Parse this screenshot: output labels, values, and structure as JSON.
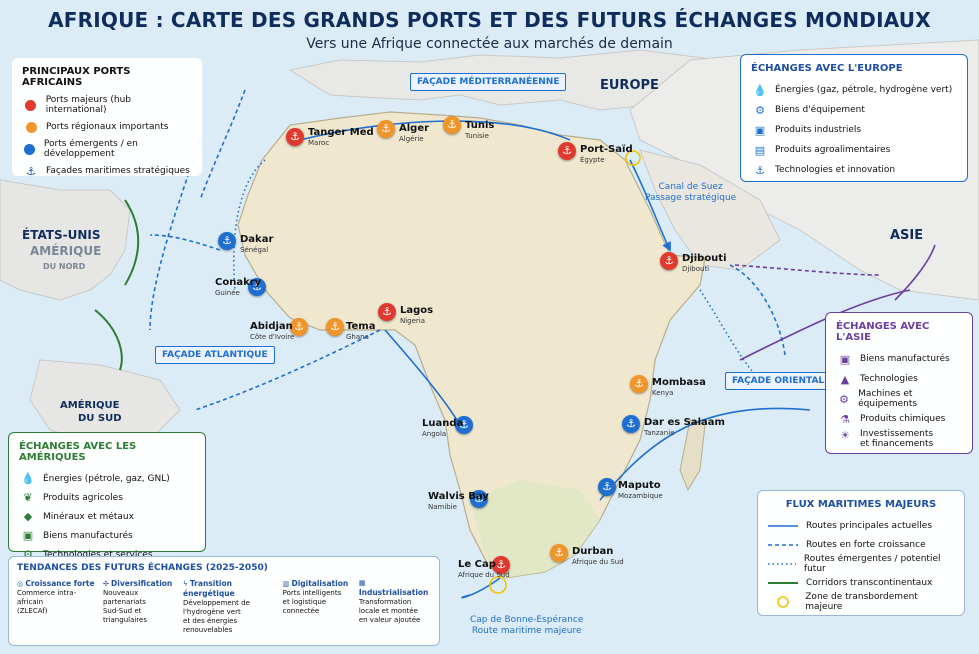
{
  "header": {
    "title": "AFRIQUE : CARTE DES GRANDS PORTS ET DES FUTURS ÉCHANGES MONDIAUX",
    "subtitle": "Vers une Afrique connectée aux marchés de demain"
  },
  "legend_ports": {
    "title": "PRINCIPAUX PORTS AFRICAINS",
    "items": [
      {
        "label": "Ports majeurs (hub international)",
        "icon": "red-anchor-pin",
        "color": "#e03a2e"
      },
      {
        "label": "Ports régionaux importants",
        "icon": "orange-anchor-pin",
        "color": "#f0952a"
      },
      {
        "label": "Ports émergents / en développement",
        "icon": "blue-anchor-pin",
        "color": "#1e6fd0"
      },
      {
        "label": "Façades maritimes stratégiques",
        "icon": "anchor-icon",
        "color": "#1e4fa0"
      }
    ]
  },
  "europe_panel": {
    "title": "ÉCHANGES AVEC L'EUROPE",
    "items": [
      {
        "label": "Énergies (gaz, pétrole, hydrogène vert)",
        "icon": "energy-drop-icon"
      },
      {
        "label": "Biens d'équipement",
        "icon": "gear-icon"
      },
      {
        "label": "Produits industriels",
        "icon": "factory-icon"
      },
      {
        "label": "Produits agroalimentaires",
        "icon": "food-icon"
      },
      {
        "label": "Technologies et innovation",
        "icon": "anchor-icon"
      }
    ]
  },
  "asia_panel": {
    "title": "ÉCHANGES AVEC L'ASIE",
    "items": [
      {
        "label": "Biens manufacturés",
        "icon": "factory-icon"
      },
      {
        "label": "Technologies",
        "icon": "chart-icon"
      },
      {
        "label": "Machines et équipements",
        "icon": "machine-icon"
      },
      {
        "label": "Produits chimiques",
        "icon": "flask-icon"
      },
      {
        "label": "Investissements",
        "label2": "et financements",
        "icon": "bulb-icon"
      }
    ]
  },
  "americas_panel": {
    "title": "ÉCHANGES AVEC LES AMÉRIQUES",
    "items": [
      {
        "label": "Énergies (pétrole, gaz, GNL)",
        "icon": "energy-drop-icon"
      },
      {
        "label": "Produits agricoles",
        "icon": "leaf-icon"
      },
      {
        "label": "Minéraux et métaux",
        "icon": "minerals-icon"
      },
      {
        "label": "Biens manufacturés",
        "icon": "factory-icon"
      },
      {
        "label": "Technologies et services",
        "icon": "gear-icon"
      }
    ]
  },
  "flux_legend": {
    "title": "FLUX MARITIMES MAJEURS",
    "items": [
      {
        "label": "Routes principales actuelles",
        "style": "solid"
      },
      {
        "label": "Routes en forte croissance",
        "style": "dashed"
      },
      {
        "label": "Routes émergentes / potentiel futur",
        "style": "dotted"
      },
      {
        "label": "Corridors transcontinentaux",
        "style": "green"
      },
      {
        "label": "Zone de transbordement majeure",
        "style": "circle"
      }
    ]
  },
  "trends": {
    "title": "TENDANCES DES FUTURS ÉCHANGES (2025-2050)",
    "items": [
      {
        "head": "Croissance forte",
        "line1": "Commerce intra-africain",
        "line2": "(ZLECAf)",
        "line3": "",
        "icon": "growth-icon"
      },
      {
        "head": "Diversification",
        "line1": "Nouveaux",
        "line2": "partenariats",
        "line3": "Sud-Sud et triangulaires",
        "icon": "network-icon"
      },
      {
        "head": "Transition énergétique",
        "line1": "Développement de",
        "line2": "l'hydrogène vert",
        "line3": "et des énergies renouvelables",
        "icon": "bolt-icon"
      },
      {
        "head": "Digitalisation",
        "line1": "Ports intelligents",
        "line2": "et logistique",
        "line3": "connectée",
        "icon": "digital-icon"
      },
      {
        "head": "Industrialisation",
        "line1": "Transformation",
        "line2": "locale et montée",
        "line3": "en valeur ajoutée",
        "icon": "industry-icon"
      }
    ]
  },
  "regions": {
    "europe": "EUROPE",
    "asie": "ASIE",
    "usa": "ÉTATS-UNIS",
    "amerique": "AMÉRIQUE",
    "nord": "DU NORD",
    "sud1": "AMÉRIQUE",
    "sud2": "DU SUD"
  },
  "facades": {
    "med": "FAÇADE MÉDITERRANÉENNE",
    "atl": "FAÇADE ATLANTIQUE",
    "ori": "FAÇADE ORIENTALE"
  },
  "notes": {
    "suez1": "Canal de Suez",
    "suez2": "Passage stratégique",
    "cap1": "Cap de Bonne-Espérance",
    "cap2": "Route maritime majeure"
  },
  "ports": [
    {
      "name": "Tanger Med",
      "country": "Maroc",
      "tier": "major"
    },
    {
      "name": "Alger",
      "country": "Algérie",
      "tier": "regional"
    },
    {
      "name": "Tunis",
      "country": "Tunisie",
      "tier": "regional"
    },
    {
      "name": "Port-Saïd",
      "country": "Égypte",
      "tier": "major"
    },
    {
      "name": "Dakar",
      "country": "Sénégal",
      "tier": "emerging"
    },
    {
      "name": "Conakry",
      "country": "Guinée",
      "tier": "emerging"
    },
    {
      "name": "Abidjan",
      "country": "Côte d'Ivoire",
      "tier": "regional"
    },
    {
      "name": "Tema",
      "country": "Ghana",
      "tier": "regional"
    },
    {
      "name": "Lagos",
      "country": "Nigeria",
      "tier": "major"
    },
    {
      "name": "Djibouti",
      "country": "Djibouti",
      "tier": "major"
    },
    {
      "name": "Mombasa",
      "country": "Kenya",
      "tier": "regional"
    },
    {
      "name": "Dar es Salaam",
      "country": "Tanzanie",
      "tier": "emerging"
    },
    {
      "name": "Luanda",
      "country": "Angola",
      "tier": "emerging"
    },
    {
      "name": "Walvis Bay",
      "country": "Namibie",
      "tier": "emerging"
    },
    {
      "name": "Maputo",
      "country": "Mozambique",
      "tier": "emerging"
    },
    {
      "name": "Durban",
      "country": "Afrique du Sud",
      "tier": "regional"
    },
    {
      "name": "Le Cap",
      "country": "Afrique du Sud",
      "tier": "major"
    }
  ],
  "colors": {
    "major": "#e03a2e",
    "regional": "#f0952a",
    "emerging": "#1e6fd0",
    "route": "#1e6fd0",
    "green": "#2e7d32",
    "purple": "#6a3fa0"
  }
}
